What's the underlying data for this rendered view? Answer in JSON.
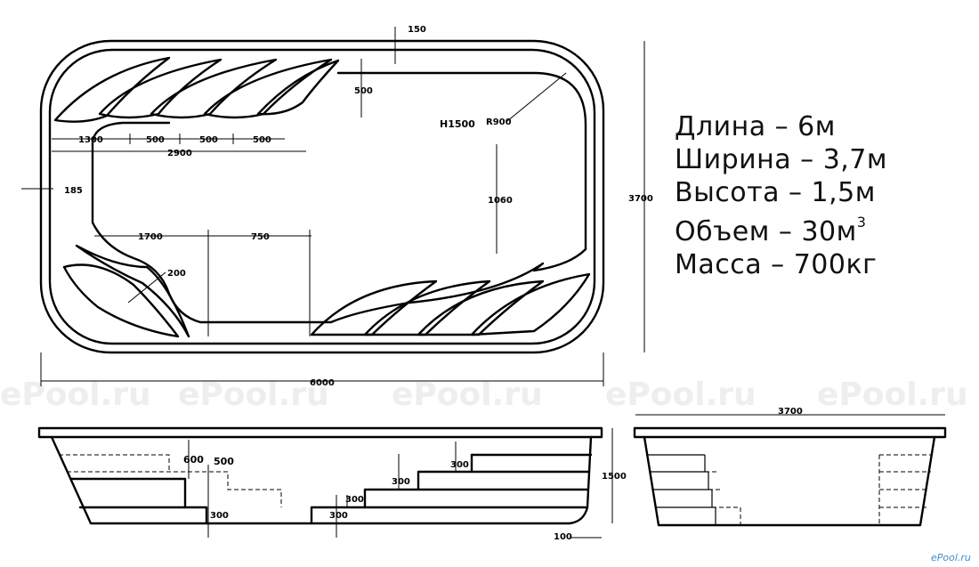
{
  "watermark": "ePool.ru",
  "brand": "ePool.ru",
  "specs": {
    "length": "Длина – 6м",
    "width": "Ширина – 3,7м",
    "height": "Высота – 1,5м",
    "volume": "Объем – 30м",
    "volume_sup": "3",
    "mass": "Масса – 700кг"
  },
  "top_view": {
    "dim_150": "150",
    "dim_500_step": "500",
    "dim_1300": "1300",
    "dim_500_a": "500",
    "dim_500_b": "500",
    "dim_500_c": "500",
    "dim_2900": "2900",
    "dim_185": "185",
    "depth_label": "H1500",
    "radius_label": "R900",
    "dim_1060": "1060",
    "dim_3700": "3700",
    "dim_1700": "1700",
    "dim_750": "750",
    "dim_200": "200",
    "dim_6000": "6000"
  },
  "side_view": {
    "dim_600": "600",
    "dim_500": "500",
    "dim_300_left": "300",
    "dim_300_mid": "300",
    "dim_300_s1": "300",
    "dim_300_s2": "300",
    "dim_300_s3": "300",
    "dim_1500": "1500",
    "dim_100": "100"
  },
  "end_view": {
    "dim_3700": "3700"
  }
}
